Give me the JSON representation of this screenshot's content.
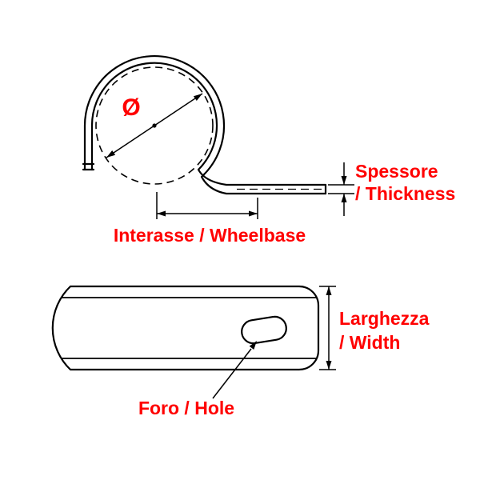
{
  "side_view": {
    "diameter_symbol": "Ø",
    "thickness_label_line1": "Spessore",
    "thickness_label_line2": "/ Thickness",
    "wheelbase_label": "Interasse / Wheelbase"
  },
  "top_view": {
    "width_label_line1": "Larghezza",
    "width_label_line2": "/ Width",
    "hole_label": "Foro / Hole"
  },
  "colors": {
    "label": "#ff0000",
    "line": "#000000",
    "background": "#ffffff"
  }
}
